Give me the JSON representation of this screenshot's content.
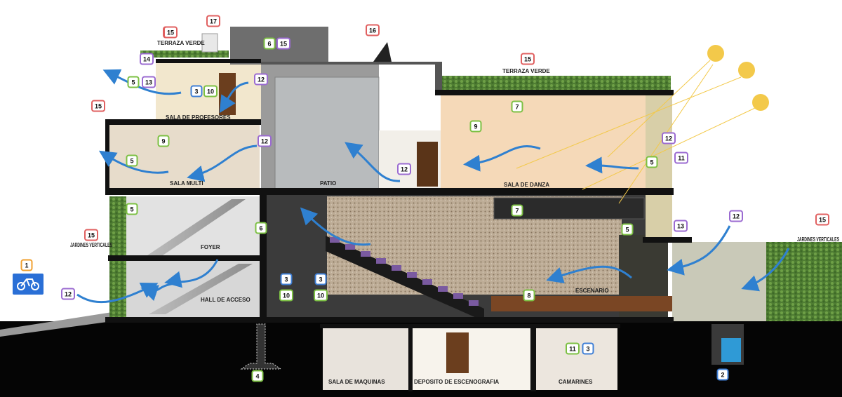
{
  "colors": {
    "tag_red": "#e06060",
    "tag_green": "#7cc043",
    "tag_blue": "#3f7fd6",
    "tag_purple": "#9b6bd1",
    "tag_orange": "#f0a030",
    "arrow": "#2f80d0",
    "sun": "#f3c94a",
    "wall": "#111111",
    "green_roof": "#5a8a3a",
    "dance_room": "#f5d9b8"
  },
  "rooms": {
    "terraza_verde_left": "TERRAZA VERDE",
    "terraza_verde_right": "TERRAZA VERDE",
    "sala_profesores": "SALA DE PROFESORES",
    "sala_multi": "SALA MULTI",
    "patio": "PATIO",
    "sala_danza": "SALA DE DANZA",
    "foyer": "FOYER",
    "hall_acceso": "HALL DE ACCESO",
    "escenario": "ESCENARIO",
    "jardines_left": "JARDINES VERTICALES",
    "jardines_right": "JARDINES VERTICALES",
    "sala_maquinas": "SALA DE MAQUINAS",
    "deposito": "DEPOSITO DE ESCENOGRAFIA",
    "camarines": "CAMARINES"
  },
  "tags": [
    {
      "n": "1",
      "c": "orange"
    },
    {
      "n": "2",
      "c": "blue"
    },
    {
      "n": "3",
      "c": "blue"
    },
    {
      "n": "10",
      "c": "green"
    },
    {
      "n": "5",
      "c": "green"
    },
    {
      "n": "13",
      "c": "purple"
    },
    {
      "n": "14",
      "c": "purple"
    },
    {
      "n": "15",
      "c": "red"
    },
    {
      "n": "17",
      "c": "red"
    },
    {
      "n": "15",
      "c": "red"
    },
    {
      "n": "6",
      "c": "green"
    },
    {
      "n": "15",
      "c": "purple"
    },
    {
      "n": "16",
      "c": "red"
    },
    {
      "n": "15",
      "c": "red"
    },
    {
      "n": "12",
      "c": "purple"
    },
    {
      "n": "9",
      "c": "green"
    },
    {
      "n": "5",
      "c": "green"
    },
    {
      "n": "12",
      "c": "purple"
    },
    {
      "n": "7",
      "c": "green"
    },
    {
      "n": "9",
      "c": "green"
    },
    {
      "n": "12",
      "c": "purple"
    },
    {
      "n": "12",
      "c": "purple"
    },
    {
      "n": "5",
      "c": "green"
    },
    {
      "n": "11",
      "c": "purple"
    },
    {
      "n": "5",
      "c": "green"
    },
    {
      "n": "6",
      "c": "green"
    },
    {
      "n": "7",
      "c": "green"
    },
    {
      "n": "5",
      "c": "green"
    },
    {
      "n": "13",
      "c": "purple"
    },
    {
      "n": "12",
      "c": "purple"
    },
    {
      "n": "15",
      "c": "red"
    },
    {
      "n": "15",
      "c": "red"
    },
    {
      "n": "12",
      "c": "purple"
    },
    {
      "n": "3",
      "c": "blue"
    },
    {
      "n": "10",
      "c": "green"
    },
    {
      "n": "3",
      "c": "blue"
    },
    {
      "n": "10",
      "c": "green"
    },
    {
      "n": "8",
      "c": "green"
    },
    {
      "n": "4",
      "c": "green"
    },
    {
      "n": "11",
      "c": "green"
    },
    {
      "n": "3",
      "c": "blue"
    },
    {
      "n": "15",
      "c": "red"
    }
  ]
}
